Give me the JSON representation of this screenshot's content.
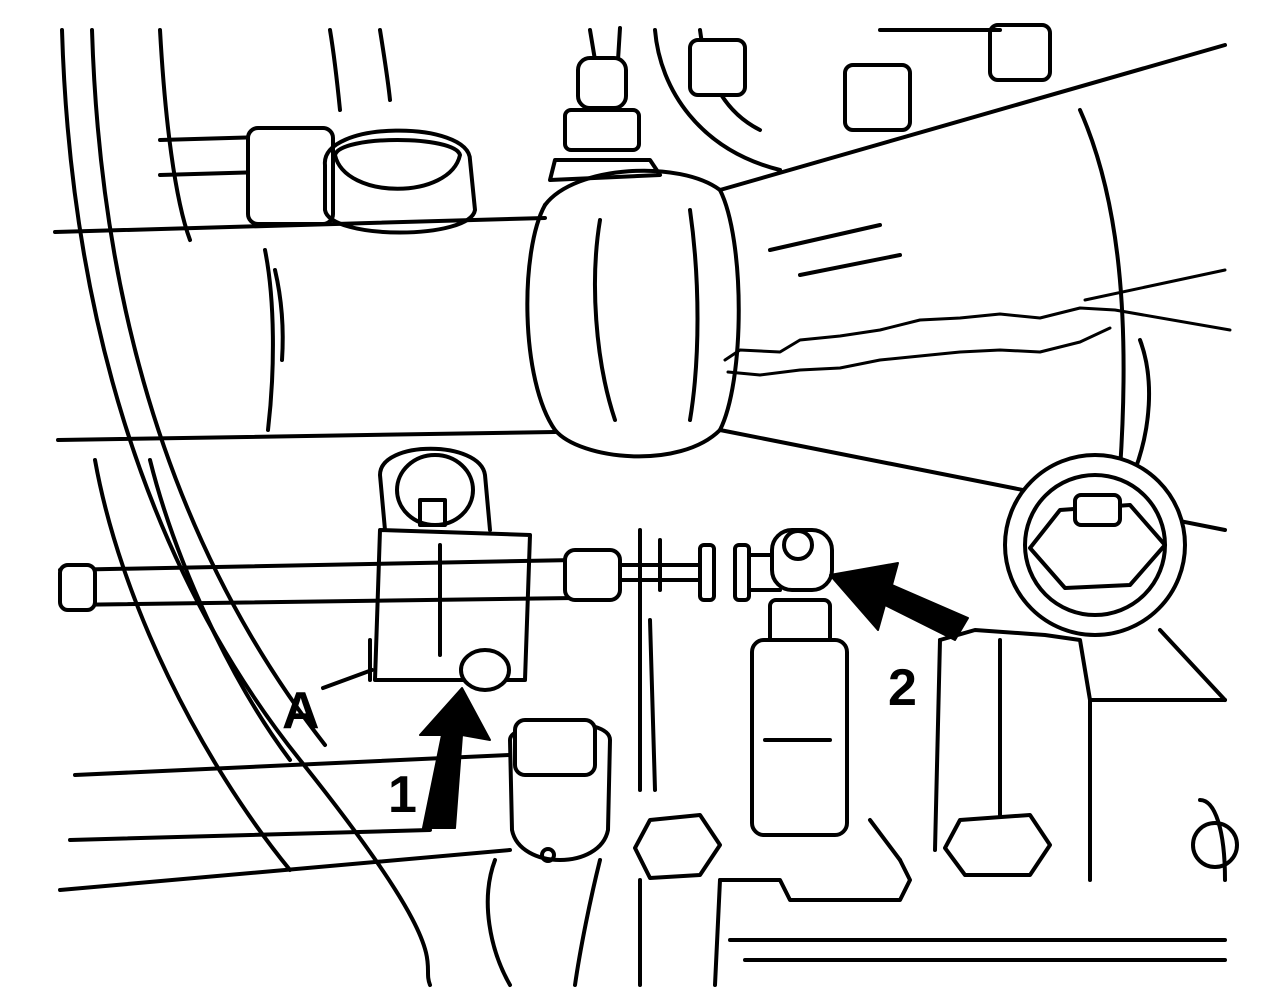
{
  "callouts": {
    "a": "A",
    "one": "1",
    "two": "2"
  },
  "colors": {
    "ink": "#000000",
    "paper": "#ffffff"
  }
}
